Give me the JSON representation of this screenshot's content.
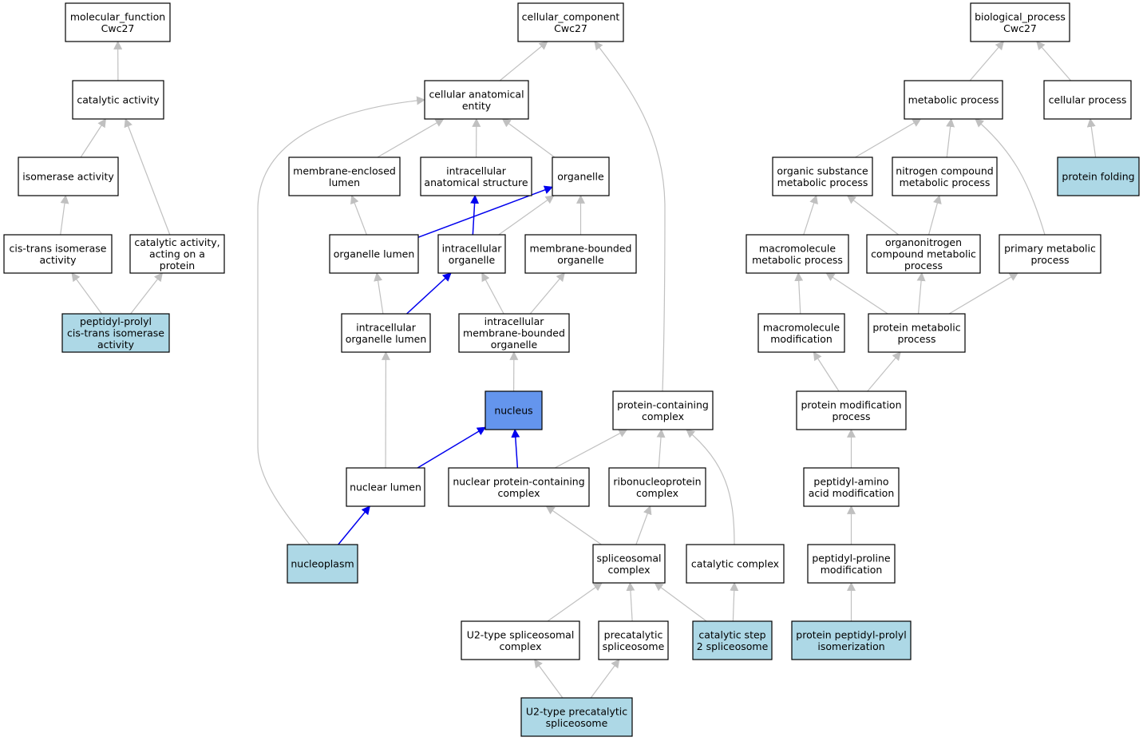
{
  "colors": {
    "default_fill": "#ffffff",
    "annotated_fill": "#add8e6",
    "focus_fill": "#6495ed",
    "edge_gray": "#c0c0c0",
    "edge_blue": "#0000ee"
  },
  "nodes": [
    {
      "id": "mf",
      "lines": [
        "molecular_function",
        "Cwc27"
      ],
      "style": "default"
    },
    {
      "id": "cc",
      "lines": [
        "cellular_component",
        "Cwc27"
      ],
      "style": "default"
    },
    {
      "id": "bp",
      "lines": [
        "biological_process",
        "Cwc27"
      ],
      "style": "default"
    },
    {
      "id": "catact",
      "lines": [
        "catalytic activity"
      ],
      "style": "default"
    },
    {
      "id": "isoact",
      "lines": [
        "isomerase activity"
      ],
      "style": "default"
    },
    {
      "id": "cistrans",
      "lines": [
        "cis-trans isomerase",
        "activity"
      ],
      "style": "default"
    },
    {
      "id": "catprot",
      "lines": [
        "catalytic activity,",
        "acting on a",
        "protein"
      ],
      "style": "default"
    },
    {
      "id": "ppcis",
      "lines": [
        "peptidyl-prolyl",
        "cis-trans isomerase",
        "activity"
      ],
      "style": "annotated"
    },
    {
      "id": "cae",
      "lines": [
        "cellular anatomical",
        "entity"
      ],
      "style": "default"
    },
    {
      "id": "mel",
      "lines": [
        "membrane-enclosed",
        "lumen"
      ],
      "style": "default"
    },
    {
      "id": "ias",
      "lines": [
        "intracellular",
        "anatomical structure"
      ],
      "style": "default"
    },
    {
      "id": "organelle",
      "lines": [
        "organelle"
      ],
      "style": "default"
    },
    {
      "id": "olumen",
      "lines": [
        "organelle lumen"
      ],
      "style": "default"
    },
    {
      "id": "iorg",
      "lines": [
        "intracellular",
        "organelle"
      ],
      "style": "default"
    },
    {
      "id": "mbo",
      "lines": [
        "membrane-bounded",
        "organelle"
      ],
      "style": "default"
    },
    {
      "id": "iol",
      "lines": [
        "intracellular",
        "organelle lumen"
      ],
      "style": "default"
    },
    {
      "id": "imbo",
      "lines": [
        "intracellular",
        "membrane-bounded",
        "organelle"
      ],
      "style": "default"
    },
    {
      "id": "nucleus",
      "lines": [
        "nucleus"
      ],
      "style": "focus"
    },
    {
      "id": "pcc",
      "lines": [
        "protein-containing",
        "complex"
      ],
      "style": "default"
    },
    {
      "id": "nlumen",
      "lines": [
        "nuclear lumen"
      ],
      "style": "default"
    },
    {
      "id": "npcc",
      "lines": [
        "nuclear protein-containing",
        "complex"
      ],
      "style": "default"
    },
    {
      "id": "rnp",
      "lines": [
        "ribonucleoprotein",
        "complex"
      ],
      "style": "default"
    },
    {
      "id": "nucleoplasm",
      "lines": [
        "nucleoplasm"
      ],
      "style": "annotated"
    },
    {
      "id": "spliceo",
      "lines": [
        "spliceosomal",
        "complex"
      ],
      "style": "default"
    },
    {
      "id": "catcx",
      "lines": [
        "catalytic complex"
      ],
      "style": "default"
    },
    {
      "id": "u2sc",
      "lines": [
        "U2-type spliceosomal",
        "complex"
      ],
      "style": "default"
    },
    {
      "id": "precat",
      "lines": [
        "precatalytic",
        "spliceosome"
      ],
      "style": "default"
    },
    {
      "id": "cs2",
      "lines": [
        "catalytic step",
        "2 spliceosome"
      ],
      "style": "annotated"
    },
    {
      "id": "u2pre",
      "lines": [
        "U2-type precatalytic",
        "spliceosome"
      ],
      "style": "annotated"
    },
    {
      "id": "metab",
      "lines": [
        "metabolic process"
      ],
      "style": "default"
    },
    {
      "id": "cellproc",
      "lines": [
        "cellular process"
      ],
      "style": "default"
    },
    {
      "id": "osmp",
      "lines": [
        "organic substance",
        "metabolic process"
      ],
      "style": "default"
    },
    {
      "id": "ncmp",
      "lines": [
        "nitrogen compound",
        "metabolic process"
      ],
      "style": "default"
    },
    {
      "id": "pfold",
      "lines": [
        "protein folding"
      ],
      "style": "annotated"
    },
    {
      "id": "mmp",
      "lines": [
        "macromolecule",
        "metabolic process"
      ],
      "style": "default"
    },
    {
      "id": "oncmp",
      "lines": [
        "organonitrogen",
        "compound metabolic",
        "process"
      ],
      "style": "default"
    },
    {
      "id": "pmp",
      "lines": [
        "primary metabolic",
        "process"
      ],
      "style": "default"
    },
    {
      "id": "mmod",
      "lines": [
        "macromolecule",
        "modification"
      ],
      "style": "default"
    },
    {
      "id": "protmp",
      "lines": [
        "protein metabolic",
        "process"
      ],
      "style": "default"
    },
    {
      "id": "pmod",
      "lines": [
        "protein modification",
        "process"
      ],
      "style": "default"
    },
    {
      "id": "pamod",
      "lines": [
        "peptidyl-amino",
        "acid modification"
      ],
      "style": "default"
    },
    {
      "id": "ppmod",
      "lines": [
        "peptidyl-proline",
        "modification"
      ],
      "style": "default"
    },
    {
      "id": "ppiso",
      "lines": [
        "protein peptidyl-prolyl",
        "isomerization"
      ],
      "style": "annotated"
    }
  ],
  "edges": [
    {
      "from": "catact",
      "to": "mf",
      "color": "gray"
    },
    {
      "from": "isoact",
      "to": "catact",
      "color": "gray"
    },
    {
      "from": "catprot",
      "to": "catact",
      "color": "gray"
    },
    {
      "from": "cistrans",
      "to": "isoact",
      "color": "gray"
    },
    {
      "from": "ppcis",
      "to": "cistrans",
      "color": "gray"
    },
    {
      "from": "ppcis",
      "to": "catprot",
      "color": "gray"
    },
    {
      "from": "cae",
      "to": "cc",
      "color": "gray"
    },
    {
      "from": "pcc",
      "to": "cc",
      "color": "gray"
    },
    {
      "from": "mel",
      "to": "cae",
      "color": "gray"
    },
    {
      "from": "ias",
      "to": "cae",
      "color": "gray"
    },
    {
      "from": "organelle",
      "to": "cae",
      "color": "gray"
    },
    {
      "from": "nucleoplasm",
      "to": "cae",
      "color": "gray"
    },
    {
      "from": "olumen",
      "to": "mel",
      "color": "gray"
    },
    {
      "from": "olumen",
      "to": "organelle",
      "color": "blue"
    },
    {
      "from": "iorg",
      "to": "ias",
      "color": "blue"
    },
    {
      "from": "iorg",
      "to": "organelle",
      "color": "gray"
    },
    {
      "from": "mbo",
      "to": "organelle",
      "color": "gray"
    },
    {
      "from": "iol",
      "to": "olumen",
      "color": "gray"
    },
    {
      "from": "iol",
      "to": "iorg",
      "color": "blue"
    },
    {
      "from": "imbo",
      "to": "iorg",
      "color": "gray"
    },
    {
      "from": "imbo",
      "to": "mbo",
      "color": "gray"
    },
    {
      "from": "nucleus",
      "to": "imbo",
      "color": "gray"
    },
    {
      "from": "nlumen",
      "to": "iol",
      "color": "gray"
    },
    {
      "from": "nlumen",
      "to": "nucleus",
      "color": "blue"
    },
    {
      "from": "npcc",
      "to": "nucleus",
      "color": "blue"
    },
    {
      "from": "npcc",
      "to": "pcc",
      "color": "gray"
    },
    {
      "from": "rnp",
      "to": "pcc",
      "color": "gray"
    },
    {
      "from": "catcx",
      "to": "pcc",
      "color": "gray"
    },
    {
      "from": "nucleoplasm",
      "to": "nlumen",
      "color": "blue"
    },
    {
      "from": "spliceo",
      "to": "npcc",
      "color": "gray"
    },
    {
      "from": "spliceo",
      "to": "rnp",
      "color": "gray"
    },
    {
      "from": "u2sc",
      "to": "spliceo",
      "color": "gray"
    },
    {
      "from": "precat",
      "to": "spliceo",
      "color": "gray"
    },
    {
      "from": "cs2",
      "to": "spliceo",
      "color": "gray"
    },
    {
      "from": "cs2",
      "to": "catcx",
      "color": "gray"
    },
    {
      "from": "u2pre",
      "to": "u2sc",
      "color": "gray"
    },
    {
      "from": "u2pre",
      "to": "precat",
      "color": "gray"
    },
    {
      "from": "metab",
      "to": "bp",
      "color": "gray"
    },
    {
      "from": "cellproc",
      "to": "bp",
      "color": "gray"
    },
    {
      "from": "osmp",
      "to": "metab",
      "color": "gray"
    },
    {
      "from": "ncmp",
      "to": "metab",
      "color": "gray"
    },
    {
      "from": "pmp",
      "to": "metab",
      "color": "gray"
    },
    {
      "from": "pfold",
      "to": "cellproc",
      "color": "gray"
    },
    {
      "from": "mmp",
      "to": "osmp",
      "color": "gray"
    },
    {
      "from": "oncmp",
      "to": "osmp",
      "color": "gray"
    },
    {
      "from": "oncmp",
      "to": "ncmp",
      "color": "gray"
    },
    {
      "from": "mmod",
      "to": "mmp",
      "color": "gray"
    },
    {
      "from": "protmp",
      "to": "mmp",
      "color": "gray"
    },
    {
      "from": "protmp",
      "to": "oncmp",
      "color": "gray"
    },
    {
      "from": "protmp",
      "to": "pmp",
      "color": "gray"
    },
    {
      "from": "pmod",
      "to": "mmod",
      "color": "gray"
    },
    {
      "from": "pmod",
      "to": "protmp",
      "color": "gray"
    },
    {
      "from": "pamod",
      "to": "pmod",
      "color": "gray"
    },
    {
      "from": "ppmod",
      "to": "pamod",
      "color": "gray"
    },
    {
      "from": "ppiso",
      "to": "ppmod",
      "color": "gray"
    }
  ]
}
